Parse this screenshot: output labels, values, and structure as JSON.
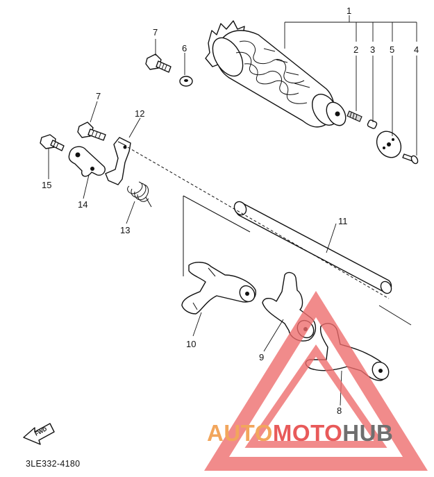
{
  "callouts": {
    "c1": "1",
    "c2": "2",
    "c3": "3",
    "c4": "4",
    "c5": "5",
    "c6": "6",
    "c7a": "7",
    "c7b": "7",
    "c8": "8",
    "c9": "9",
    "c10": "10",
    "c11": "11",
    "c12": "12",
    "c13": "13",
    "c14": "14",
    "c15": "15"
  },
  "fwd_label": "FWD",
  "diagram_code": "3LE332-4180",
  "watermark": {
    "part1": "AUTO",
    "part2": "MOTO",
    "part3": "HUB",
    "color_auto": "#f2a65c",
    "color_moto": "#e85a5a",
    "color_hub": "#6f6f6f",
    "triangle_color": "#ee6b6b"
  }
}
